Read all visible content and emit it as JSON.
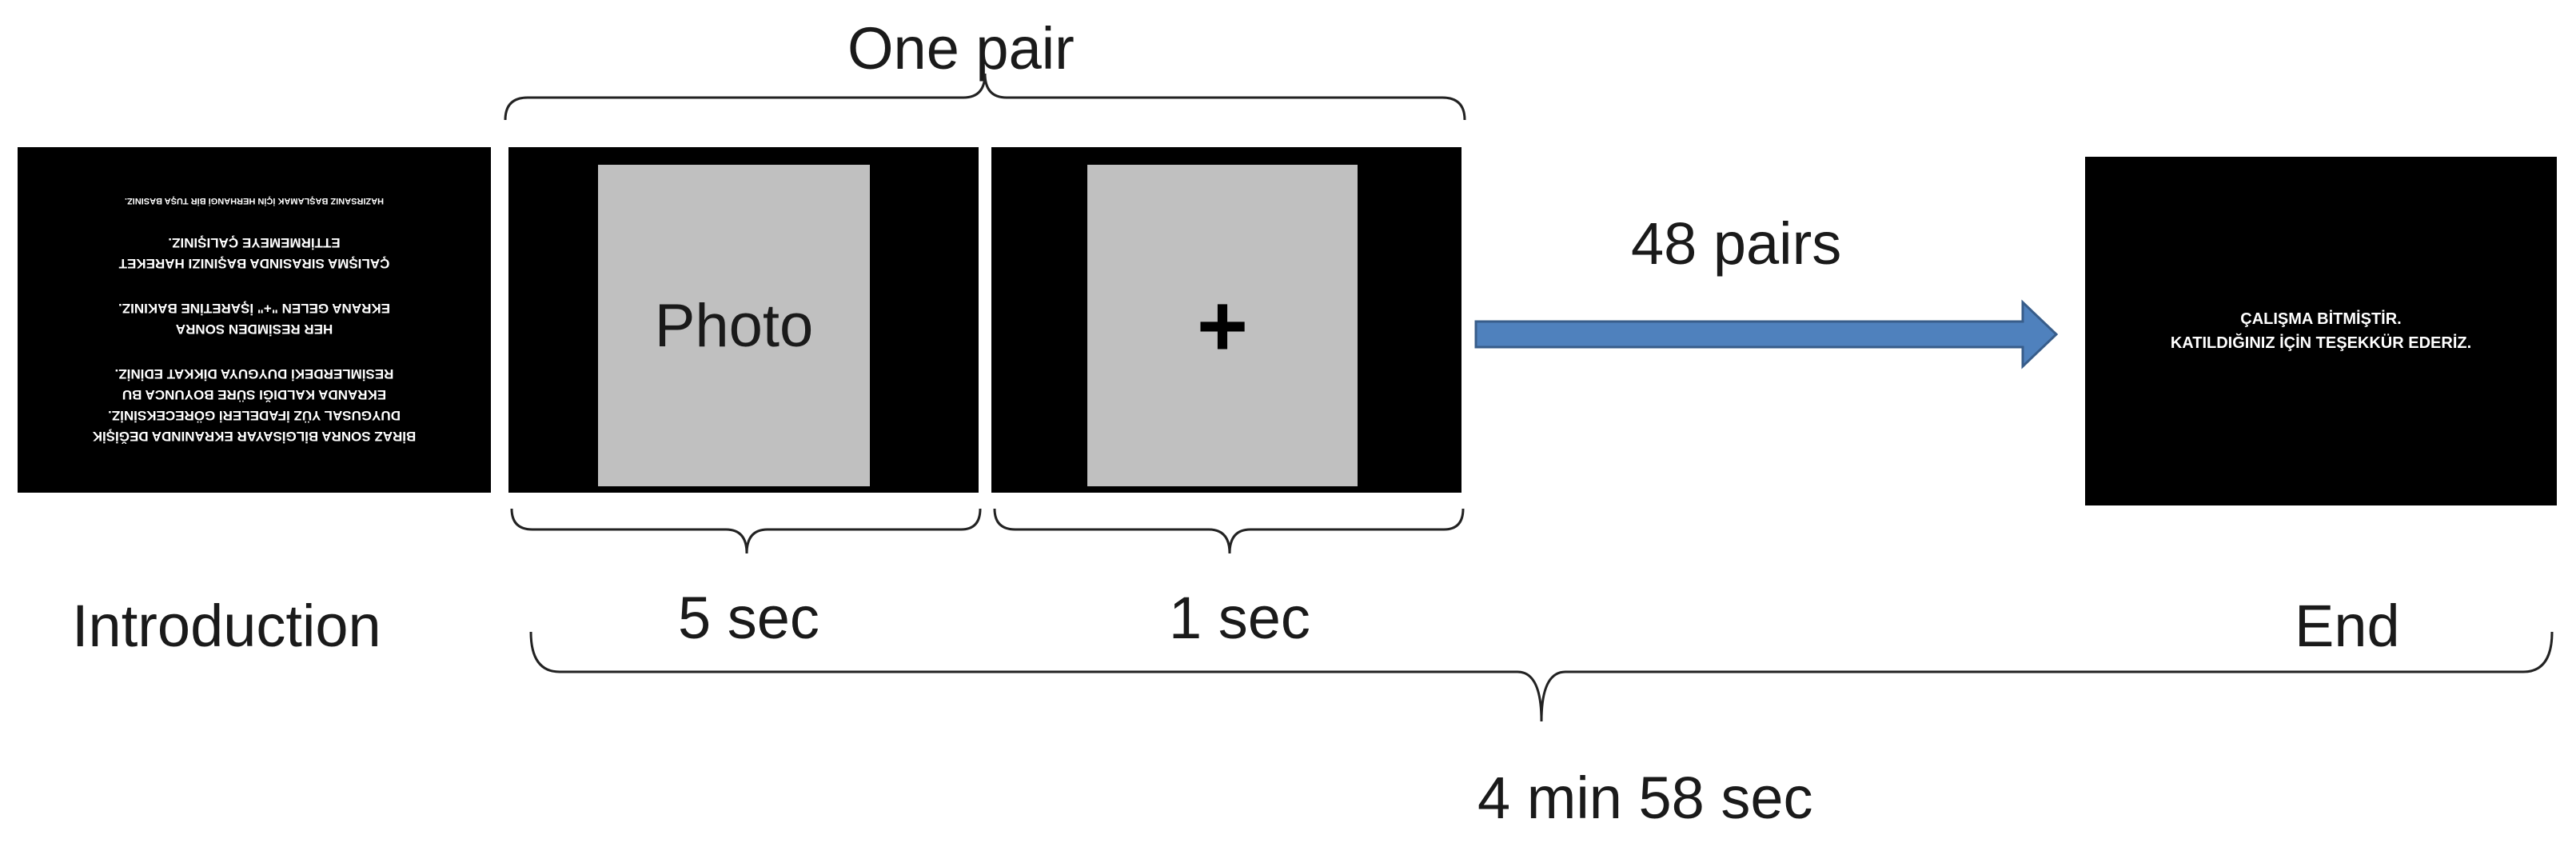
{
  "labels": {
    "one_pair": "One pair",
    "pairs": "48 pairs",
    "introduction": "Introduction",
    "five_sec": "5 sec",
    "one_sec": "1 sec",
    "end": "End",
    "total": "4 min 58 sec"
  },
  "intro_screen": {
    "lines": [
      "BİRAZ SONRA BİLGİSAYAR EKRANINDA DEĞİŞİK",
      "DUYGUSAL YÜZ İFADELERİ GÖRECEKSİNİZ.",
      "EKRANDA KALDIĞI SÜRE BOYUNCA BU",
      "RESİMLERDEKİ DUYGUYA DİKKAT EDİNİZ.",
      "HER RESİMDEN SONRA",
      "EKRANA GELEN \"+\" İŞARETİNE BAKINIZ.",
      "ÇALIŞMA SIRASINDA BAŞINIZI HAREKET",
      "ETTİRMEMEYE ÇALIŞINIZ.",
      "HAZIRSANIZ BAŞLAMAK İÇİN HERHANGİ BİR TUŞA BASINIZ."
    ]
  },
  "photo_card": {
    "label": "Photo"
  },
  "fixation_card": {
    "symbol": "+"
  },
  "end_screen": {
    "line1": "ÇALIŞMA BİTMİŞTİR.",
    "line2": "KATILDIĞINIZ İÇİN TEŞEKKÜR EDERİZ."
  },
  "colors": {
    "arrow_fill": "#4f81bd",
    "arrow_stroke": "#385d8a",
    "card_gray": "#c0c0c0",
    "screen_black": "#000000"
  }
}
